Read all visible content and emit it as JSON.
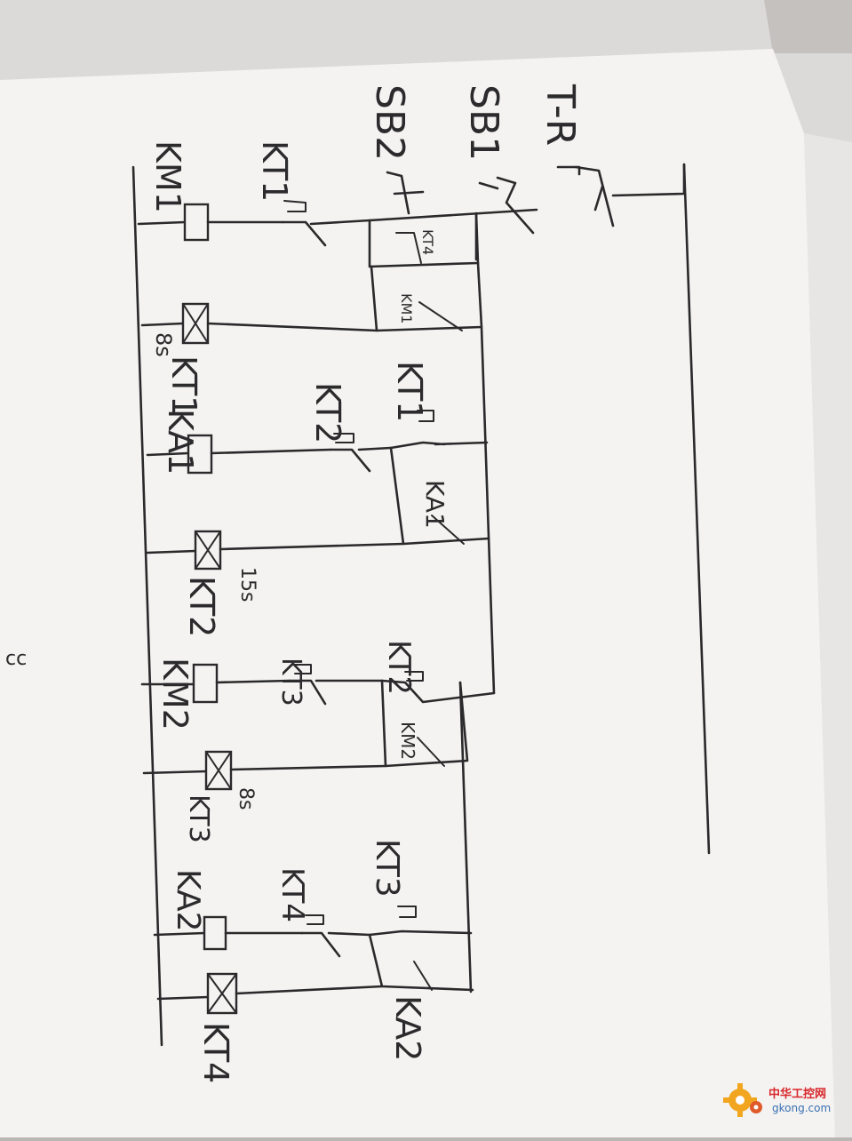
{
  "diagram": {
    "header_labels": [
      "T-R",
      "SB1",
      "SB2"
    ],
    "rungs": [
      {
        "coil": "KM1",
        "contacts": [
          "KT1",
          "KT4",
          "KM1"
        ]
      },
      {
        "coil": "KT1",
        "time": "8s",
        "contacts": []
      },
      {
        "coil": "KA1",
        "contacts": [
          "KT1",
          "KT2",
          "KA1"
        ]
      },
      {
        "coil": "KT2",
        "time": "15s",
        "contacts": []
      },
      {
        "coil": "KM2",
        "contacts": [
          "KT2",
          "KT3",
          "KM2"
        ]
      },
      {
        "coil": "KT3",
        "time": "8s",
        "contacts": []
      },
      {
        "coil": "KA2",
        "contacts": [
          "KT3",
          "KT4",
          "KA2"
        ]
      },
      {
        "coil": "KT4",
        "contacts": []
      }
    ]
  },
  "watermark": {
    "cn": "中华工控网",
    "en": "gkong.com",
    "accent": "#d9262b",
    "blue": "#3a6fb3"
  },
  "margin_mark": "cc",
  "paper_color": "#f4f3f1",
  "ink_color": "#2a292b"
}
